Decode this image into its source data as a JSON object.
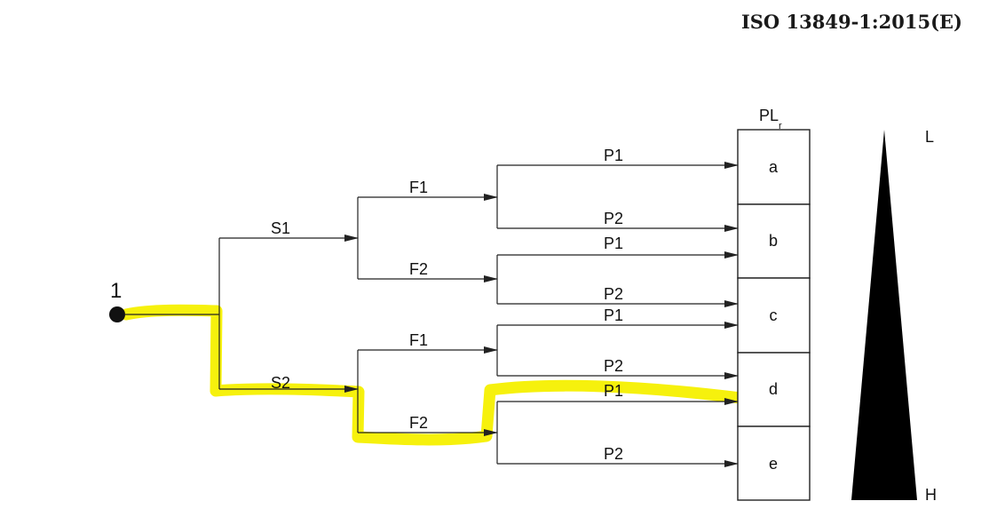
{
  "header": {
    "standard": "ISO 13849-1:2015(E)"
  },
  "diagram": {
    "start_node": "1",
    "severity": [
      "S1",
      "S2"
    ],
    "frequency": [
      "F1",
      "F2"
    ],
    "possibility": [
      "P1",
      "P2"
    ],
    "pl_title": "PL",
    "pl_subscript": "r",
    "levels": [
      "a",
      "b",
      "c",
      "d",
      "e"
    ],
    "scale_low": "L",
    "scale_high": "H",
    "highlight_color": "#f6f000"
  }
}
